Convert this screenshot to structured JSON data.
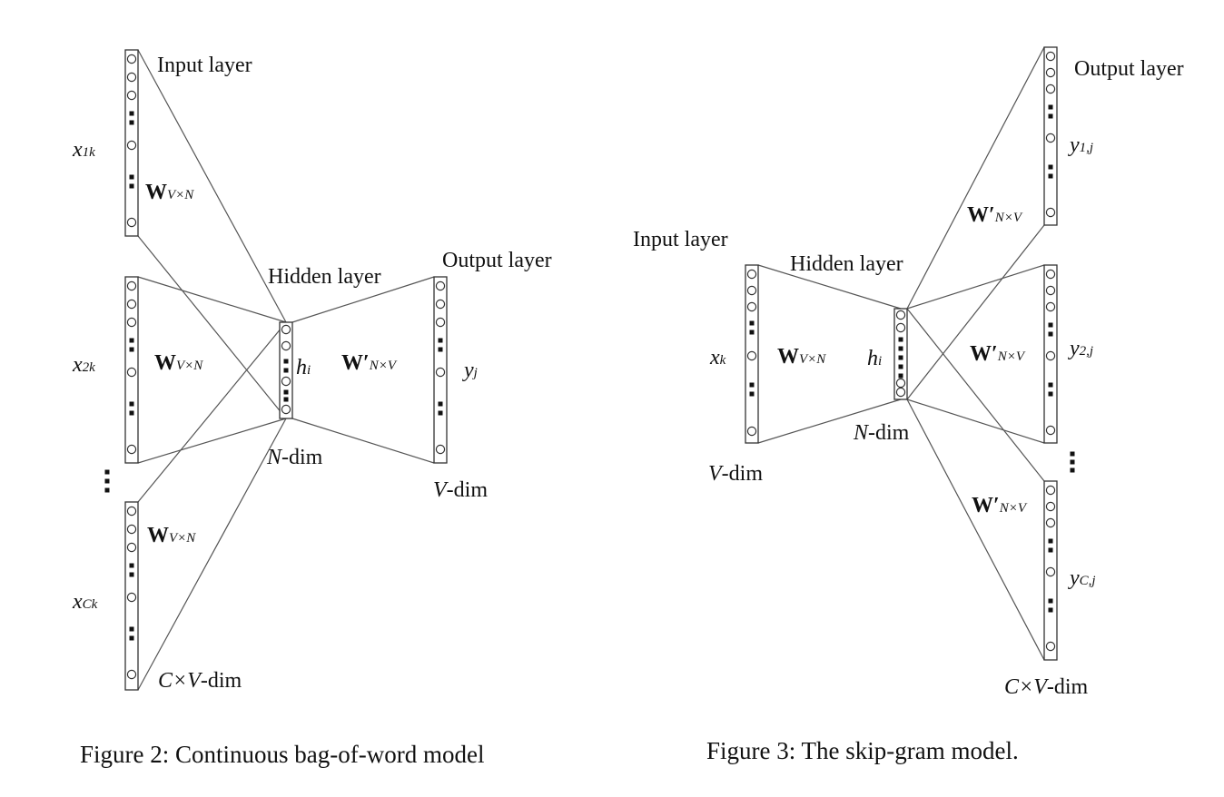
{
  "cbow": {
    "input_label": "Input layer",
    "hidden_label": "Hidden layer",
    "output_label": "Output layer",
    "inputs": [
      {
        "base": "x",
        "sub": "1k"
      },
      {
        "base": "x",
        "sub": "2k"
      },
      {
        "base": "x",
        "sub": "Ck"
      }
    ],
    "w_in": {
      "base": "W",
      "sub": "V×N"
    },
    "w_out": {
      "base": "W′",
      "sub": "N×V"
    },
    "hidden_var": {
      "base": "h",
      "sub": "i"
    },
    "output_var": {
      "base": "y",
      "sub": "j"
    },
    "hidden_dim": {
      "var": "N",
      "rest": "-dim"
    },
    "output_dim": {
      "var": "V",
      "rest": "-dim"
    },
    "input_dim": {
      "var": "C×V",
      "rest": "-dim"
    },
    "caption": "Figure 2: Continuous bag-of-word model"
  },
  "skipgram": {
    "input_label": "Input layer",
    "hidden_label": "Hidden layer",
    "output_label": "Output layer",
    "input_var": {
      "base": "x",
      "sub": "k"
    },
    "w_in": {
      "base": "W",
      "sub": "V×N"
    },
    "w_out": {
      "base": "W′",
      "sub": "N×V"
    },
    "hidden_var": {
      "base": "h",
      "sub": "i"
    },
    "outputs": [
      {
        "base": "y",
        "sub": "1,j"
      },
      {
        "base": "y",
        "sub": "2,j"
      },
      {
        "base": "y",
        "sub": "C,j"
      }
    ],
    "hidden_dim": {
      "var": "N",
      "rest": "-dim"
    },
    "input_dim": {
      "var": "V",
      "rest": "-dim"
    },
    "output_dim": {
      "var": "C×V",
      "rest": "-dim"
    },
    "caption": "Figure 3: The skip-gram model."
  }
}
